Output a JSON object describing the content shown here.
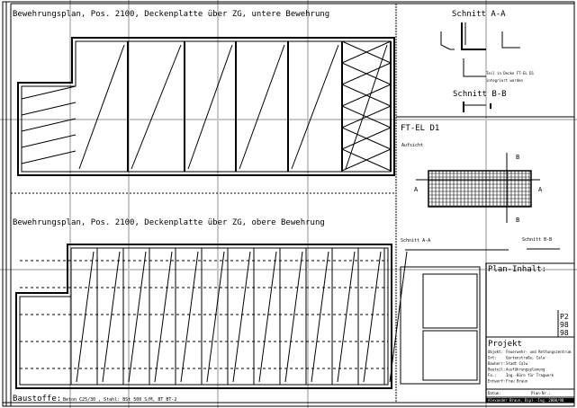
{
  "plan_top": {
    "title": "Bewehrungsplan, Pos. 2100, Deckenplatte über ZG, untere Bewehrung",
    "panel_label": "FT-EL D1"
  },
  "plan_bottom": {
    "title": "Bewehrungsplan, Pos. 2100, Deckenplatte über ZG, obere Bewehrung"
  },
  "section_aa": {
    "title": "Schnitt A-A",
    "note1": "Teil in Decke FT-EL D1",
    "note2": "integriert werden"
  },
  "section_bb": {
    "title": "Schnitt B-B"
  },
  "detail": {
    "title": "FT-EL D1",
    "view": "Aufsicht",
    "marker_a": "A",
    "marker_b": "B",
    "section_aa": "Schnitt A-A",
    "section_bb": "Schnitt B-B"
  },
  "title_block": {
    "plan_inhalt": "Plan-Inhalt:",
    "sheet": [
      "P2",
      "98",
      "98"
    ],
    "projekt": "Projekt",
    "rows": [
      {
        "label": "Objekt:",
        "value": "Feuerwehr- und Rettungszentrum"
      },
      {
        "label": "Ort:",
        "value": "Gartenstraße, Calw"
      },
      {
        "label": "Bauherr:",
        "value": "Stadt Calw"
      },
      {
        "label": "Bauteil:",
        "value": "Ausführungsplanung"
      },
      {
        "label": "Fa.:",
        "value": "Ing.-Büro für Tragwerk"
      },
      {
        "label": "Entwurf:",
        "value": "Frau Braun"
      }
    ],
    "datum_label": "Datum:",
    "plan_nr_label": "Plan-Nr.:",
    "footer": "Alexander Braun, Dipl.-Ing. 2000/98"
  },
  "materials": {
    "label": "Baustoffe:",
    "value": "Beton C25/30 , Stahl: BSt 500 S/M, BT BT-2"
  }
}
